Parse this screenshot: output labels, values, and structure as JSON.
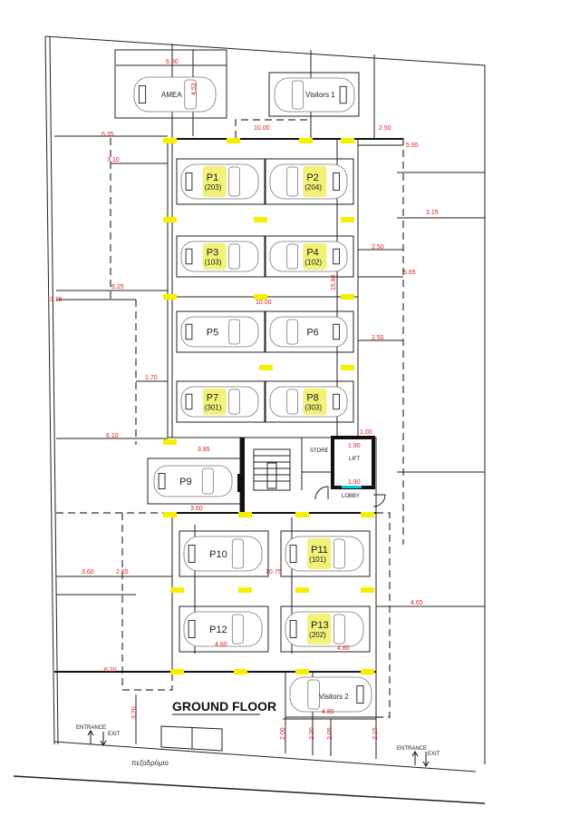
{
  "title": "GROUND FLOOR",
  "street_label": "πεζοδρόμιο",
  "entrance_label": "ENTRANCE",
  "exit_label": "EXIT",
  "rooms": {
    "store": "STORE",
    "lift": "LIFT",
    "lobby": "LOBBY"
  },
  "special_spaces": {
    "amea": "AMEA",
    "visitors_1": "Visitors 1",
    "visitors_2": "Visitors 2"
  },
  "parking_spaces": [
    {
      "label": "P1",
      "unit": "(203)",
      "highlighted": true
    },
    {
      "label": "P2",
      "unit": "(204)",
      "highlighted": true
    },
    {
      "label": "P3",
      "unit": "(103)",
      "highlighted": true
    },
    {
      "label": "P4",
      "unit": "(102)",
      "highlighted": true
    },
    {
      "label": "P5",
      "unit": "",
      "highlighted": false
    },
    {
      "label": "P6",
      "unit": "",
      "highlighted": false
    },
    {
      "label": "P7",
      "unit": "(301)",
      "highlighted": true
    },
    {
      "label": "P8",
      "unit": "(303)",
      "highlighted": true
    },
    {
      "label": "P9",
      "unit": "",
      "highlighted": false
    },
    {
      "label": "P10",
      "unit": "",
      "highlighted": false
    },
    {
      "label": "P11",
      "unit": "(101)",
      "highlighted": true
    },
    {
      "label": "P12",
      "unit": "",
      "highlighted": false
    },
    {
      "label": "P13",
      "unit": "(202)",
      "highlighted": true
    }
  ],
  "dimensions": [
    "6.00",
    "4.53",
    "10.00",
    "2.50",
    "6.35",
    "5.65",
    "3.10",
    "3.15",
    "2.50",
    "6.25",
    "3.15",
    "5.65",
    "10.00",
    "15.80",
    "2.50",
    "1.70",
    "6.10",
    "3.85",
    "3.60",
    "1.00",
    "1.90",
    "1.90",
    "3.60",
    "2.65",
    "10.75",
    "4.65",
    "6.20",
    "3.20",
    "2.00",
    "2.20",
    "2.05",
    "2.15",
    "4.80",
    "4.80",
    "4.80"
  ],
  "colors": {
    "marker": "#f4f000",
    "dimension": "#dd2222",
    "line": "#222222",
    "lift_door": "#00c8e0"
  }
}
